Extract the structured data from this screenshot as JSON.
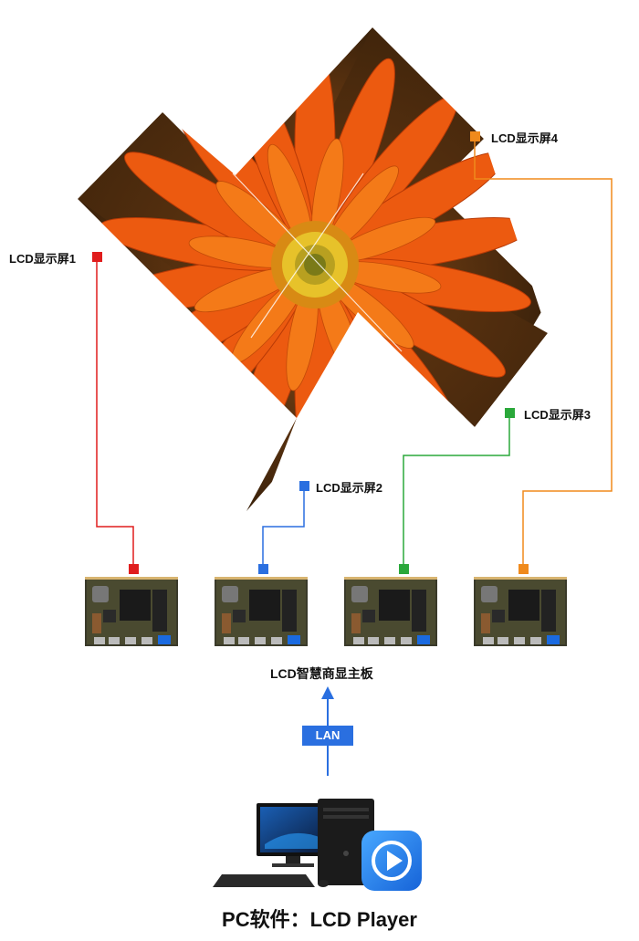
{
  "screens": [
    {
      "label": "LCD显示屏1",
      "color": "#e01d1d"
    },
    {
      "label": "LCD显示屏2",
      "color": "#2a6fe0"
    },
    {
      "label": "LCD显示屏3",
      "color": "#2aa83a"
    },
    {
      "label": "LCD显示屏4",
      "color": "#f08a1c"
    }
  ],
  "board_caption": "LCD智慧商显主板",
  "network_label": "LAN",
  "pc_caption": "PC软件：LCD Player",
  "icons": [
    "flower-image",
    "board-icon",
    "pc-icon",
    "player-app-icon",
    "arrow-up-icon"
  ]
}
